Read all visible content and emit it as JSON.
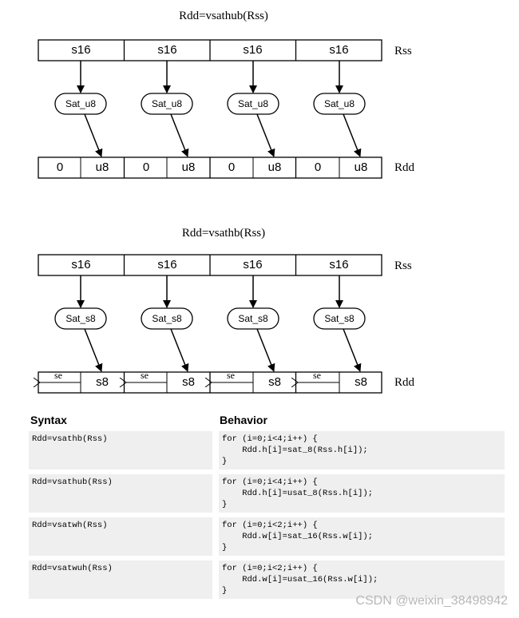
{
  "diagram1": {
    "title": "Rdd=vsathub(Rss)",
    "source_label": "Rss",
    "dest_label": "Rdd",
    "source_cells": [
      "s16",
      "s16",
      "s16",
      "s16"
    ],
    "sat_ops": [
      "Sat_u8",
      "Sat_u8",
      "Sat_u8",
      "Sat_u8"
    ],
    "dest_cells": [
      {
        "high": "0",
        "low": "u8"
      },
      {
        "high": "0",
        "low": "u8"
      },
      {
        "high": "0",
        "low": "u8"
      },
      {
        "high": "0",
        "low": "u8"
      }
    ]
  },
  "diagram2": {
    "title": "Rdd=vsathb(Rss)",
    "source_label": "Rss",
    "dest_label": "Rdd",
    "source_cells": [
      "s16",
      "s16",
      "s16",
      "s16"
    ],
    "sat_ops": [
      "Sat_s8",
      "Sat_s8",
      "Sat_s8",
      "Sat_s8"
    ],
    "dest_cells": [
      {
        "high": "se",
        "low": "s8"
      },
      {
        "high": "se",
        "low": "s8"
      },
      {
        "high": "se",
        "low": "s8"
      },
      {
        "high": "se",
        "low": "s8"
      }
    ]
  },
  "table": {
    "headers": {
      "syntax": "Syntax",
      "behavior": "Behavior"
    },
    "rows": [
      {
        "syntax": "Rdd=vsathb(Rss)",
        "behavior": [
          "for (i=0;i<4;i++) {",
          "    Rdd.h[i]=sat_8(Rss.h[i]);",
          "}"
        ]
      },
      {
        "syntax": "Rdd=vsathub(Rss)",
        "behavior": [
          "for (i=0;i<4;i++) {",
          "    Rdd.h[i]=usat_8(Rss.h[i]);",
          "}"
        ]
      },
      {
        "syntax": "Rdd=vsatwh(Rss)",
        "behavior": [
          "for (i=0;i<2;i++) {",
          "    Rdd.w[i]=sat_16(Rss.w[i]);",
          "}"
        ]
      },
      {
        "syntax": "Rdd=vsatwuh(Rss)",
        "behavior": [
          "for (i=0;i<2;i++) {",
          "    Rdd.w[i]=usat_16(Rss.w[i]);",
          "}"
        ]
      }
    ]
  },
  "watermark": "CSDN @weixin_38498942"
}
